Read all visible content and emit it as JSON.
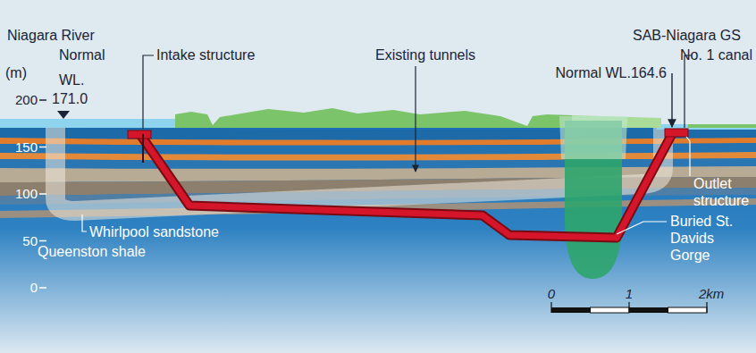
{
  "diagram": {
    "labels": [
      "Niagara River",
      "Normal",
      "WL.",
      "171.0",
      "(m)",
      "200",
      "150",
      "100",
      "50",
      "0",
      "Intake structure",
      "Existing tunnels",
      "Normal WL.164.6",
      "SAB-Niagara GS",
      "No. 1 canal",
      "Outlet structure",
      "Buried St. Davids Gorge",
      "Whirlpool sandstone",
      "Queenston shale",
      "0",
      "1",
      "2km"
    ]
  }
}
